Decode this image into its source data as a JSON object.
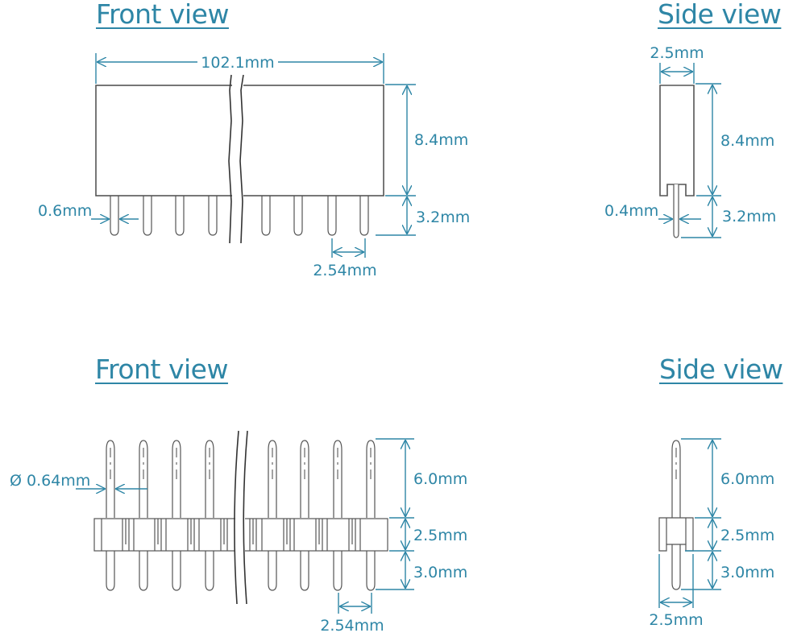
{
  "female_header": {
    "front_view": {
      "title": "Front view",
      "dims": {
        "length": "102.1mm",
        "body_height": "8.4mm",
        "pin_length": "3.2mm",
        "pin_width": "0.6mm",
        "pitch": "2.54mm"
      }
    },
    "side_view": {
      "title": "Side view",
      "dims": {
        "body_width": "2.5mm",
        "body_height": "8.4mm",
        "pin_length": "3.2mm",
        "pin_width": "0.4mm"
      }
    }
  },
  "male_header": {
    "front_view": {
      "title": "Front view",
      "dims": {
        "pin_diameter": "Ø 0.64mm",
        "top_pin_length": "6.0mm",
        "body_height": "2.5mm",
        "bottom_pin_length": "3.0mm",
        "pitch": "2.54mm"
      }
    },
    "side_view": {
      "title": "Side view",
      "dims": {
        "top_pin_length": "6.0mm",
        "body_height": "2.5mm",
        "bottom_pin_length": "3.0mm",
        "body_width": "2.5mm"
      }
    }
  },
  "colors": {
    "dimension": "#2e86a6",
    "outline": "#555555"
  }
}
